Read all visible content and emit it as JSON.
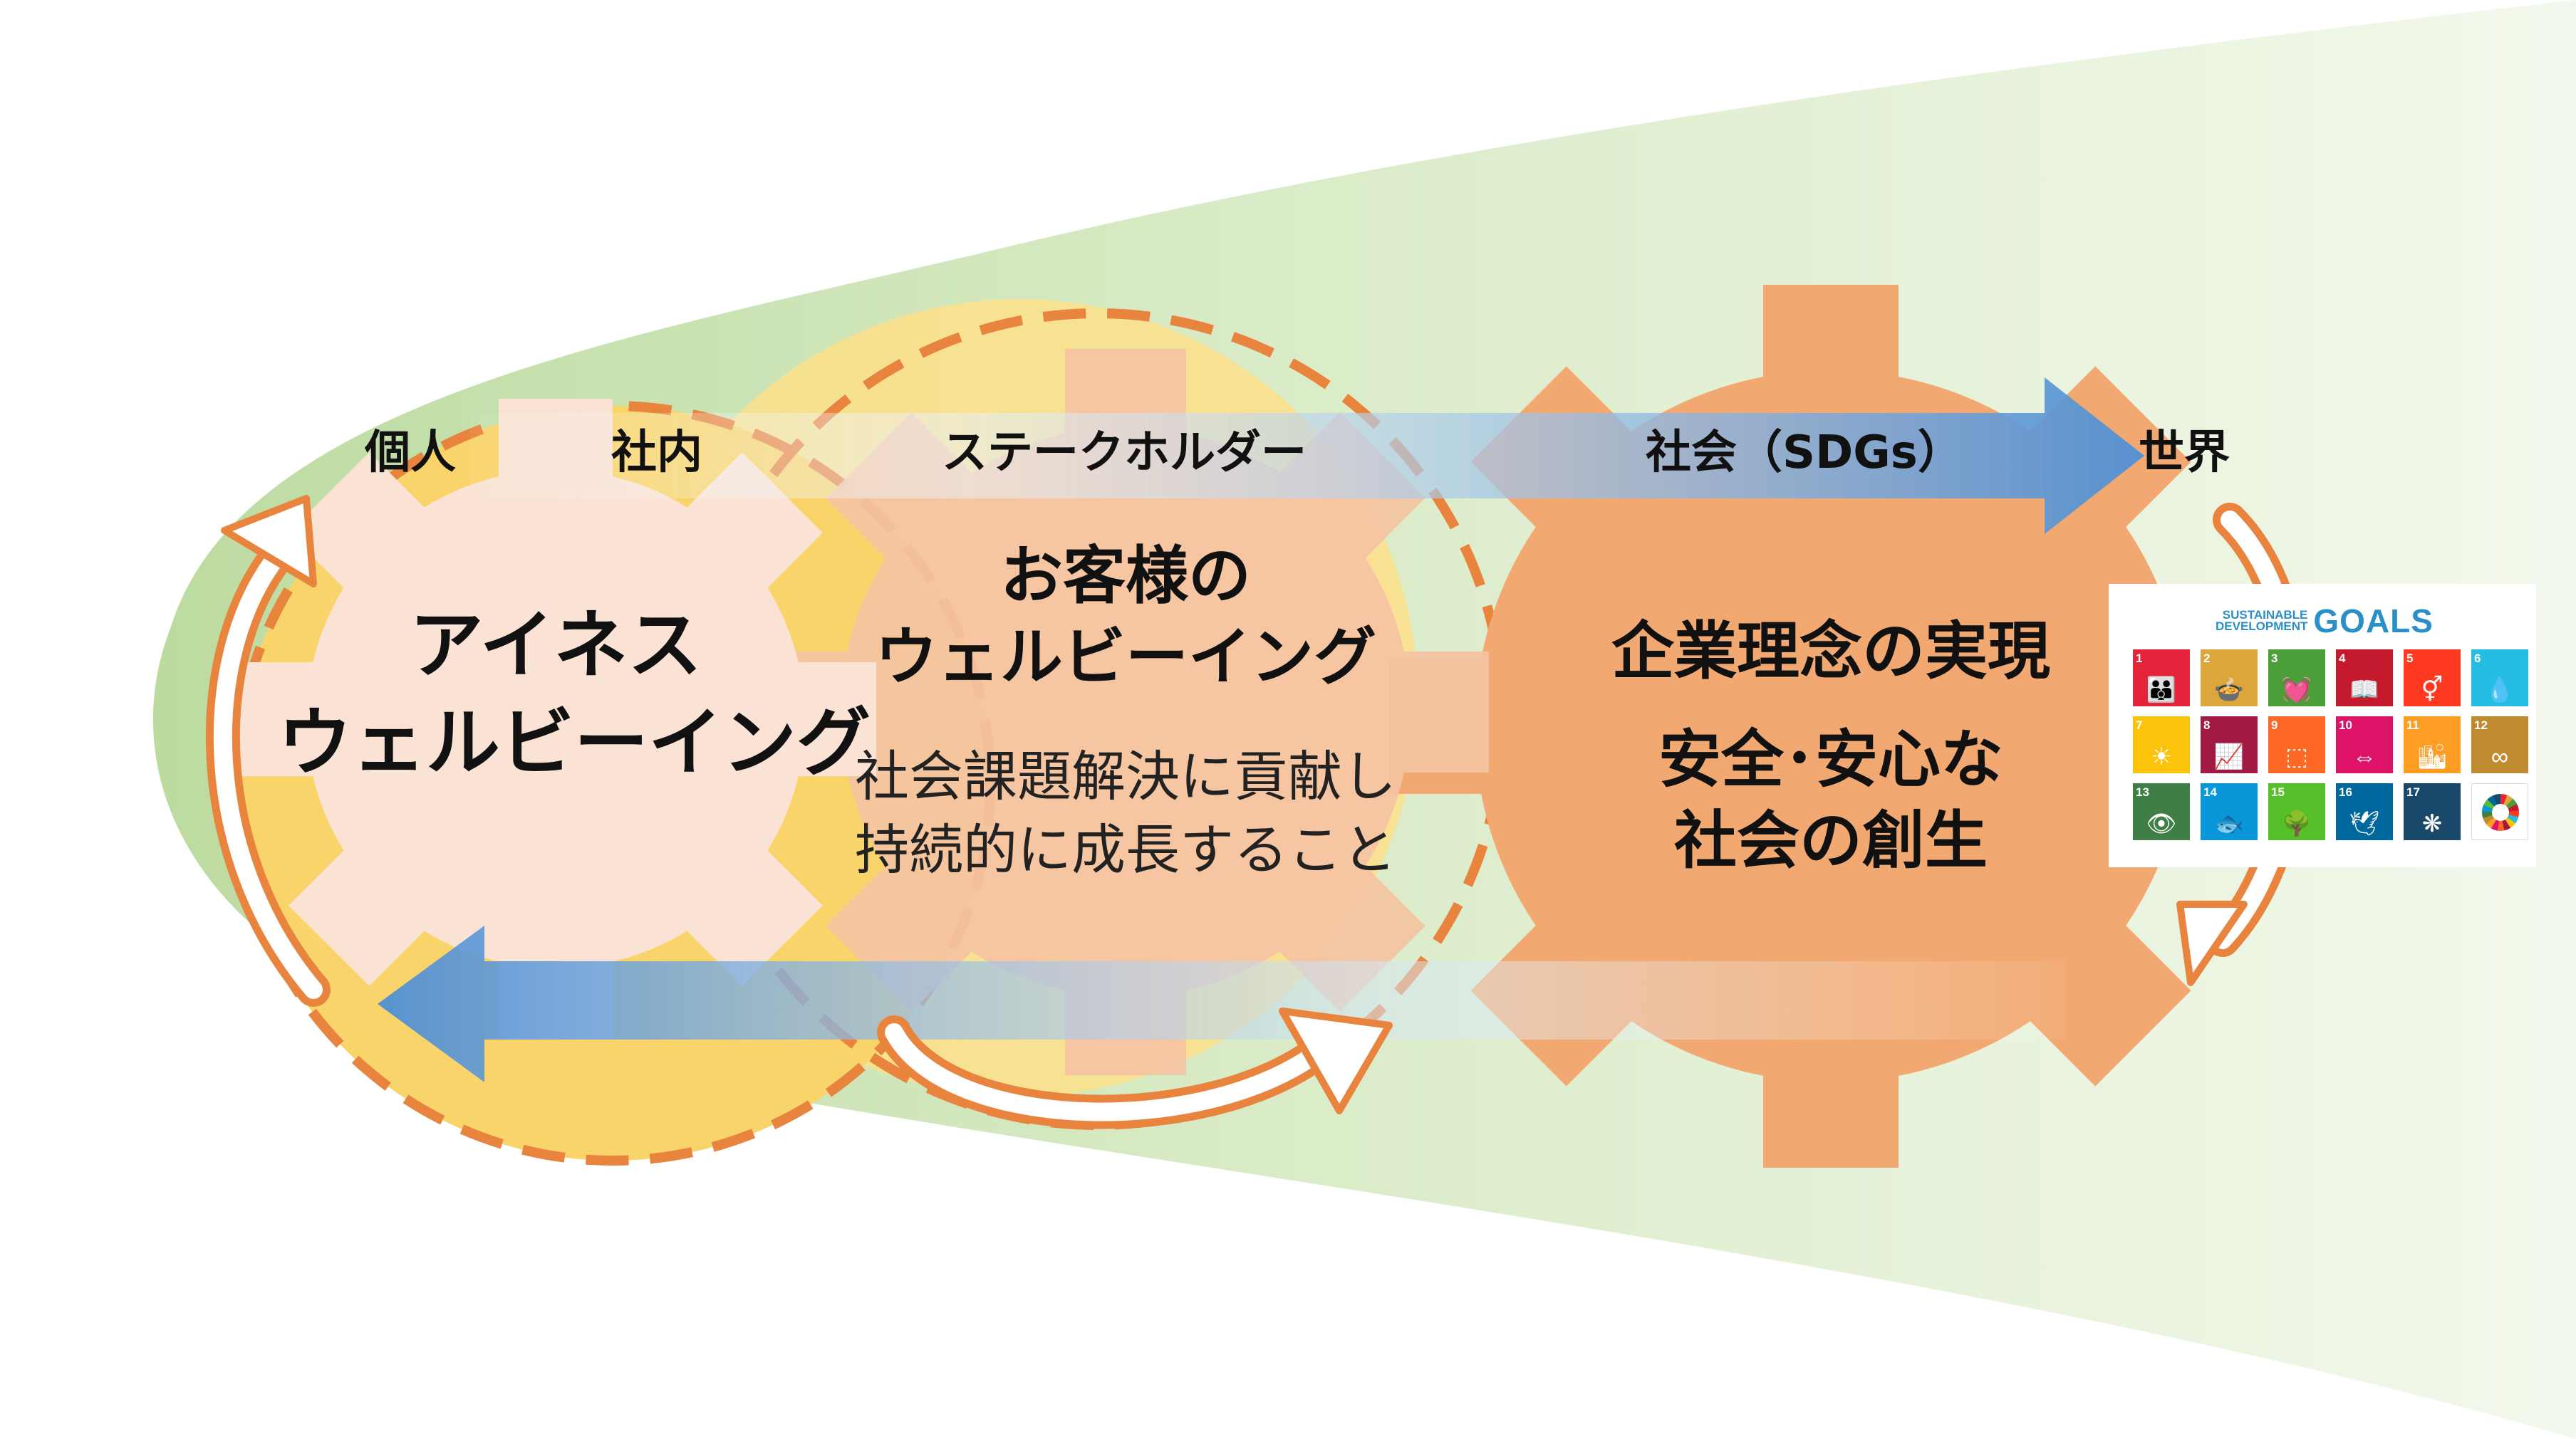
{
  "labels": {
    "individual": "個人",
    "internal": "社内",
    "stakeholders": "ステークホルダー",
    "society_sdgs": "社会（SDGs）",
    "world": "世界"
  },
  "gear_left": {
    "line1": "アイネス",
    "line2": "ウェルビーイング"
  },
  "gear_middle": {
    "title_line1": "お客様の",
    "title_line2": "ウェルビーイング",
    "desc_line1": "社会課題解決に貢献し",
    "desc_line2": "持続的に成長すること"
  },
  "gear_right": {
    "line1": "企業理念の実現",
    "line2": "安全･安心な",
    "line3": "社会の創生"
  },
  "sdgs": {
    "header_small": "SUSTAINABLE\nDEVELOPMENT",
    "header_big": "GOALS",
    "goals": [
      {
        "number": "1",
        "color": "#e5243b",
        "icon": "family-icon",
        "glyph": "👪"
      },
      {
        "number": "2",
        "color": "#dda63a",
        "icon": "bowl-icon",
        "glyph": "🍲"
      },
      {
        "number": "3",
        "color": "#4c9f38",
        "icon": "heartbeat-icon",
        "glyph": "💓"
      },
      {
        "number": "4",
        "color": "#c5192d",
        "icon": "book-icon",
        "glyph": "📖"
      },
      {
        "number": "5",
        "color": "#ff3a21",
        "icon": "gender-icon",
        "glyph": "⚥"
      },
      {
        "number": "6",
        "color": "#26bde2",
        "icon": "water-drop-icon",
        "glyph": "💧"
      },
      {
        "number": "7",
        "color": "#fcc30b",
        "icon": "sun-icon",
        "glyph": "☀"
      },
      {
        "number": "8",
        "color": "#a21942",
        "icon": "growth-chart-icon",
        "glyph": "📈"
      },
      {
        "number": "9",
        "color": "#fd6925",
        "icon": "cubes-icon",
        "glyph": "⬚"
      },
      {
        "number": "10",
        "color": "#dd1367",
        "icon": "equality-icon",
        "glyph": "⇔"
      },
      {
        "number": "11",
        "color": "#fd9d24",
        "icon": "city-icon",
        "glyph": "🏙"
      },
      {
        "number": "12",
        "color": "#bf8b2e",
        "icon": "infinity-icon",
        "glyph": "∞"
      },
      {
        "number": "13",
        "color": "#3f7e44",
        "icon": "eye-globe-icon",
        "glyph": "👁"
      },
      {
        "number": "14",
        "color": "#0a97d9",
        "icon": "fish-icon",
        "glyph": "🐟"
      },
      {
        "number": "15",
        "color": "#56c02b",
        "icon": "tree-icon",
        "glyph": "🌳"
      },
      {
        "number": "16",
        "color": "#00689d",
        "icon": "dove-icon",
        "glyph": "🕊"
      },
      {
        "number": "17",
        "color": "#19486a",
        "icon": "partnership-icon",
        "glyph": "❋"
      }
    ]
  }
}
